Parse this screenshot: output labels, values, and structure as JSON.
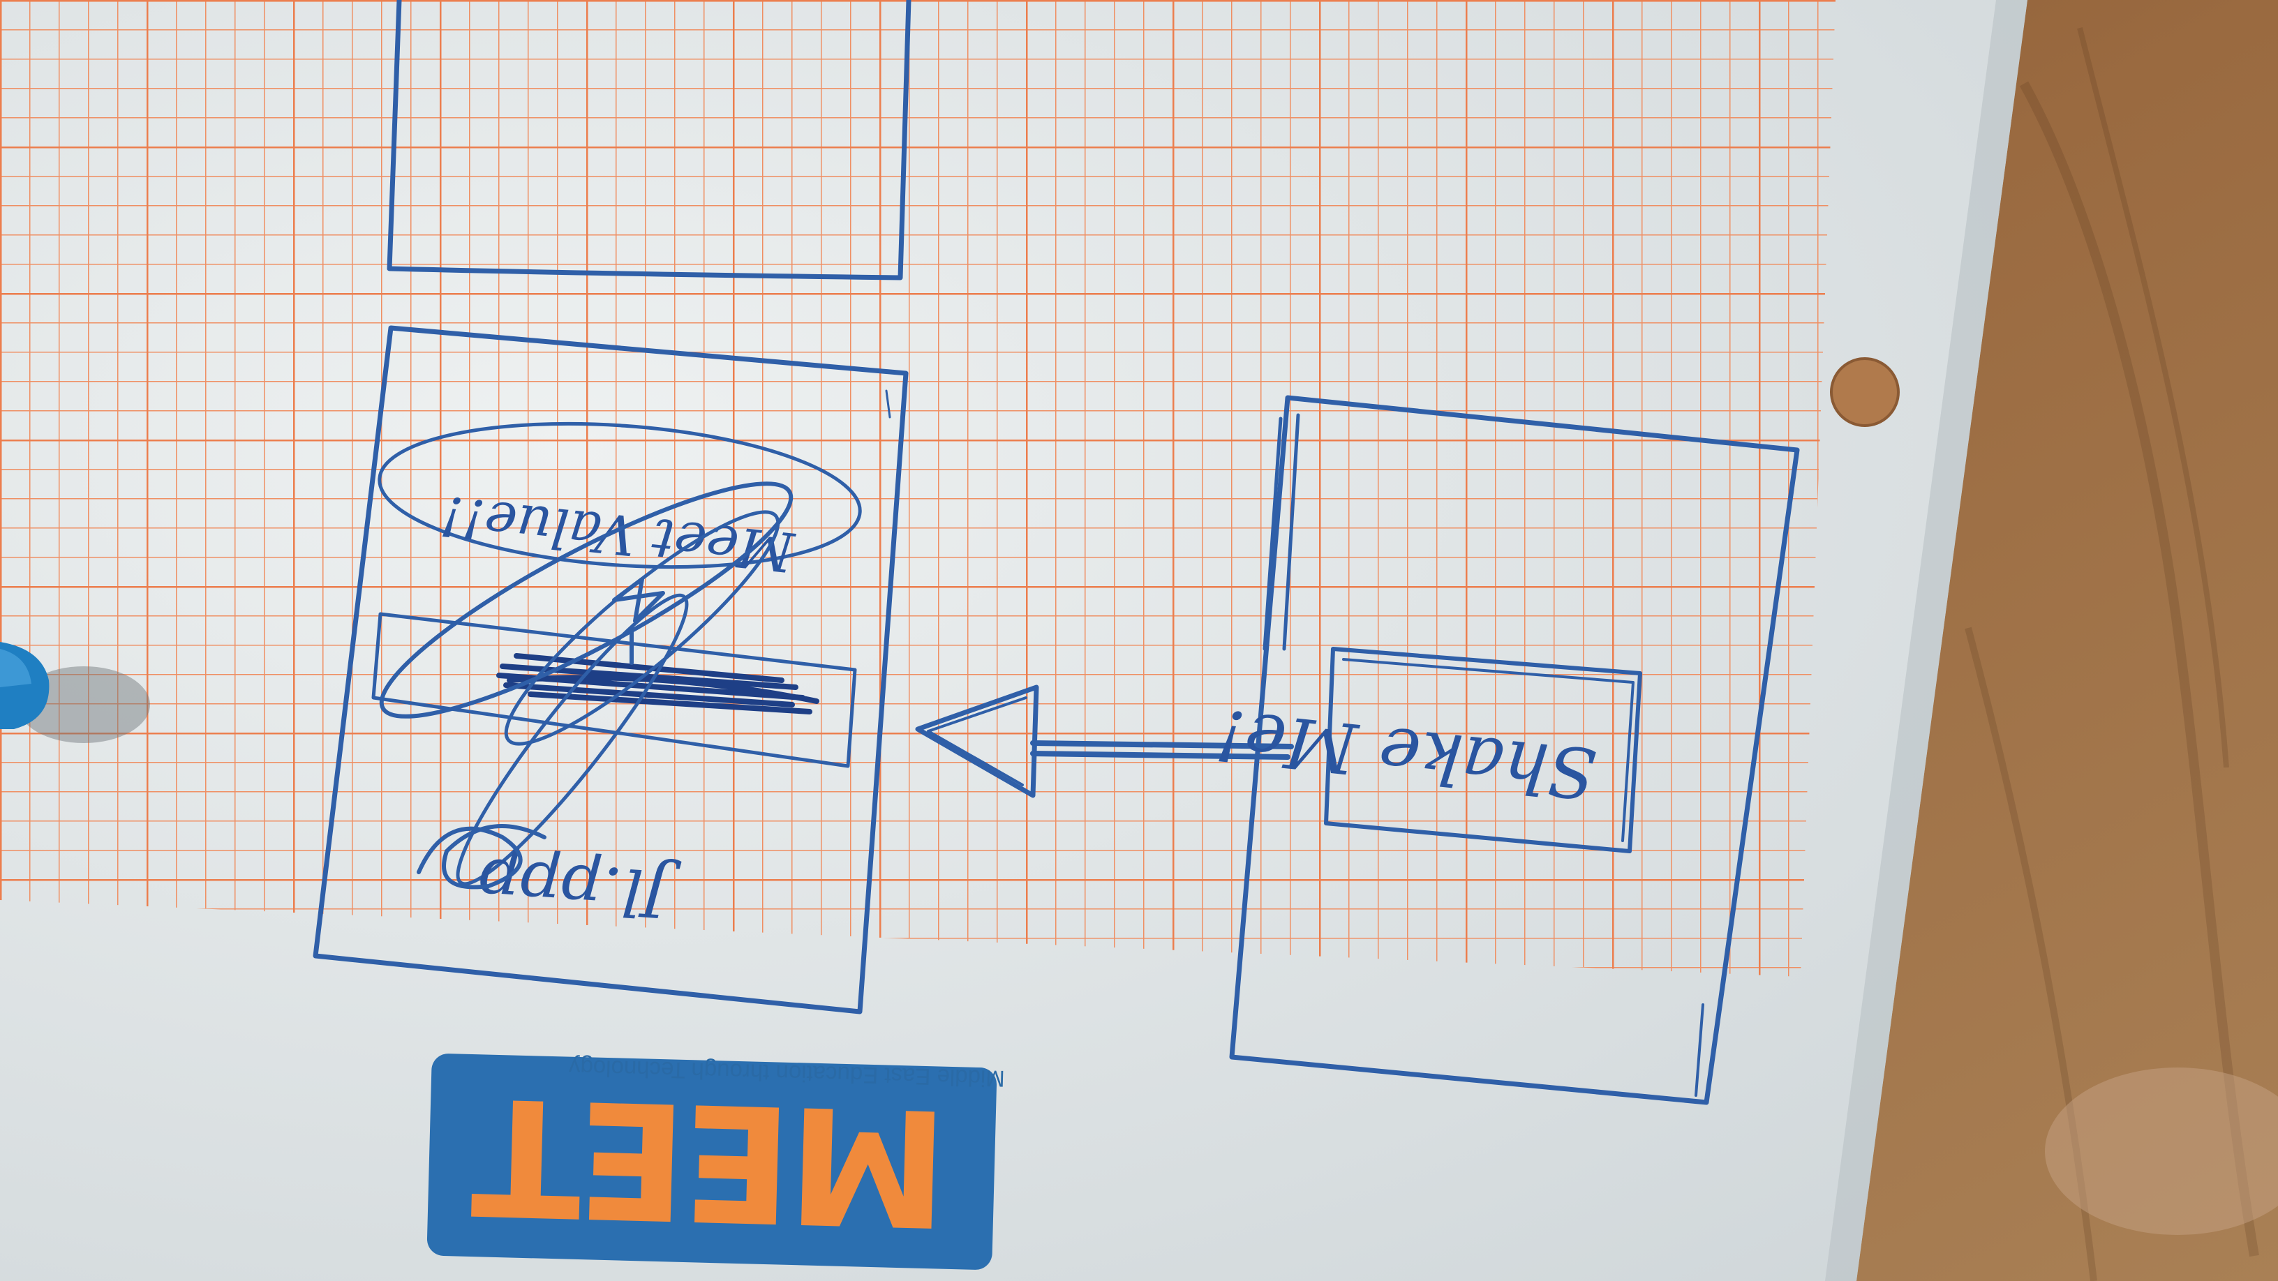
{
  "photo": {
    "subject": "hand-drawn app wireframe on orange grid paper",
    "orientation": "upside-down",
    "colors": {
      "table_wood": "#8a5a34",
      "paper": "#e7ecec",
      "grid": "#ef8f63",
      "ink": "#2f5fa8",
      "logo_blue": "#2b6fb0",
      "logo_orange": "#f08a3c"
    }
  },
  "wireframe": {
    "screen_right": {
      "button_text": "Shake Me!"
    },
    "screen_middle": {
      "bubble_text": "Meet Value!!",
      "scribble_text": "Jl.ppp"
    },
    "arrow_direction": "left"
  },
  "paper_logo": {
    "wordmark": "MEET",
    "tagline": "Middle East Education through Technology"
  }
}
